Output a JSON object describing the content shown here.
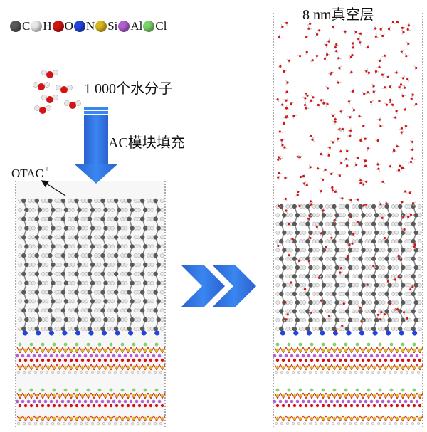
{
  "legend": {
    "items": [
      {
        "symbol": "C",
        "color": "#5a5a5a"
      },
      {
        "symbol": "H",
        "color": "#e8e8e8"
      },
      {
        "symbol": "O",
        "color": "#d41414"
      },
      {
        "symbol": "N",
        "color": "#2244dd"
      },
      {
        "symbol": "Si",
        "color": "#d8b820"
      },
      {
        "symbol": "Al",
        "color": "#b060d0"
      },
      {
        "symbol": "Cl",
        "color": "#7ed36a"
      }
    ]
  },
  "labels": {
    "water": "1 000个水分子",
    "module_fill": "AC模块填充",
    "otac_text": "OTAC",
    "otac_charge": "+",
    "vacuum": "8 nm真空层"
  },
  "colors": {
    "arrow_blue": "#2d6fe0",
    "chevron_blue": "#2d6fe0",
    "box_border": "#555555"
  }
}
